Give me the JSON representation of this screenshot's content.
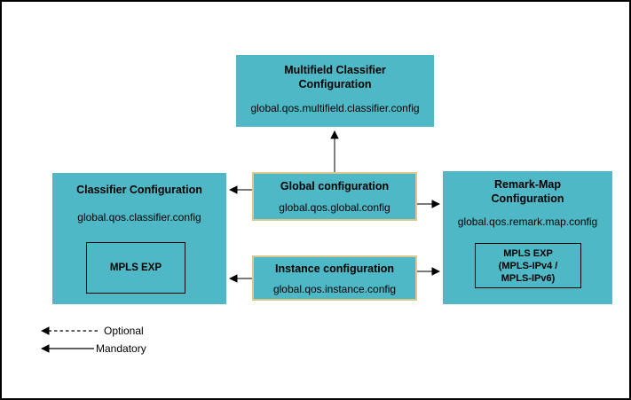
{
  "boxes": {
    "multifield": {
      "title": "Multifield Classifier Configuration",
      "path": "global.qos.multifield.classifier.config"
    },
    "classifier": {
      "title": "Classifier Configuration",
      "path": "global.qos.classifier.config",
      "inner_label": "MPLS EXP"
    },
    "global": {
      "title": "Global configuration",
      "path": "global.qos.global.config"
    },
    "instance": {
      "title": "Instance configuration",
      "path": "global.qos.instance.config"
    },
    "remark": {
      "title": "Remark-Map Configuration",
      "path": "global.qos.remark.map.config",
      "inner_label": "MPLS EXP\n(MPLS-IPv4 /\nMPLS-IPv6)"
    }
  },
  "legend": {
    "optional_label": "Optional",
    "mandatory_label": "Mandatory"
  },
  "colors": {
    "box_fill": "#4eb8c6",
    "highlight_border": "#d9c98c",
    "arrow": "#2a2a2a"
  }
}
